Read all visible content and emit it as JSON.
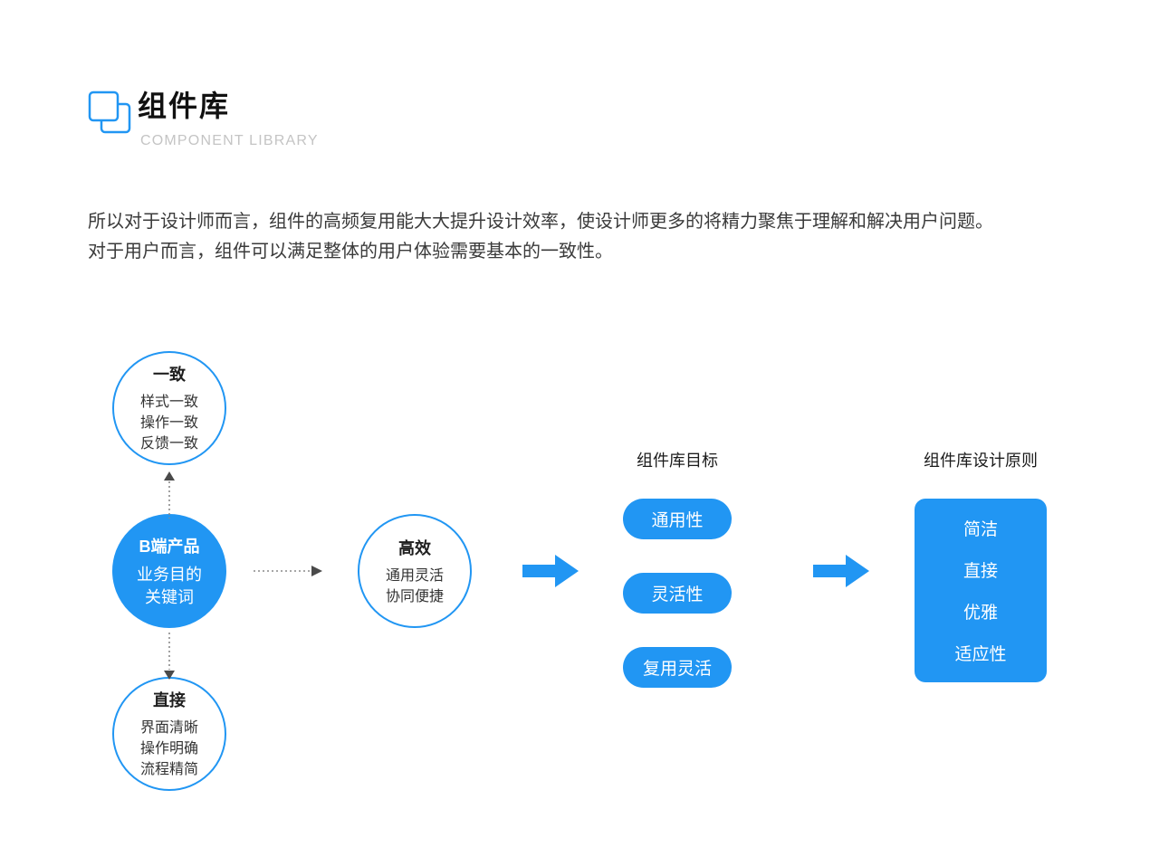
{
  "header": {
    "title": "组件库",
    "subtitle": "COMPONENT LIBRARY"
  },
  "intro": {
    "line1": "所以对于设计师而言，组件的高频复用能大大提升设计效率，使设计师更多的将精力聚焦于理解和解决用户问题。",
    "line2": "对于用户而言，组件可以满足整体的用户体验需要基本的一致性。"
  },
  "diagram": {
    "consistent": {
      "title": "一致",
      "lines": [
        "样式一致",
        "操作一致",
        "反馈一致"
      ]
    },
    "product": {
      "title": "B端产品",
      "lines": [
        "业务目的",
        "关键词"
      ]
    },
    "direct": {
      "title": "直接",
      "lines": [
        "界面清晰",
        "操作明确",
        "流程精简"
      ]
    },
    "efficient": {
      "title": "高效",
      "lines": [
        "通用灵活",
        "协同便捷"
      ]
    },
    "goals": {
      "heading": "组件库目标",
      "items": [
        "通用性",
        "灵活性",
        "复用灵活"
      ]
    },
    "principles": {
      "heading": "组件库设计原则",
      "items": [
        "简洁",
        "直接",
        "优雅",
        "适应性"
      ]
    }
  },
  "icons": {
    "header": "layers-icon",
    "dotted_connectors": [
      "arrow-up-icon",
      "arrow-down-icon",
      "arrow-right-icon"
    ],
    "flow_arrows": [
      "thick-arrow-right-icon",
      "thick-arrow-right-icon"
    ]
  },
  "colors": {
    "accent": "#2196F3",
    "title_ink": "#111111",
    "subtitle_gray": "#c4c4c4",
    "body_text": "#3a3a3a",
    "connector_gray": "#4a4a4a"
  }
}
